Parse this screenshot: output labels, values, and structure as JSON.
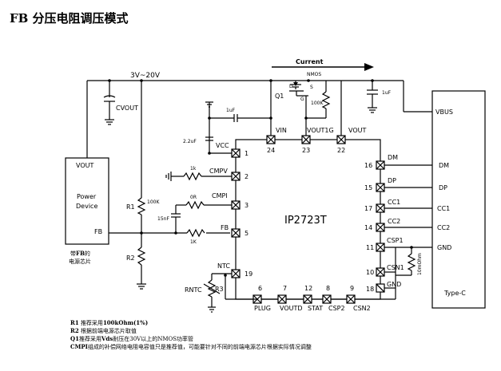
{
  "title": "FB 分压电阻调压模式",
  "net_labels": {
    "supply": "3V~20V",
    "current": "Current",
    "nmos": "NMOS",
    "q1": "Q1",
    "q1_d": "D",
    "q1_s": "S",
    "q1_g": "G"
  },
  "ic": {
    "name": "IP2723T",
    "pins": {
      "vin": {
        "name": "VIN",
        "num": "24"
      },
      "vout1g": {
        "name": "VOUT1G",
        "num": "23"
      },
      "vout": {
        "name": "VOUT",
        "num": "22"
      },
      "vcc": {
        "name": "VCC",
        "num": "1"
      },
      "cmpv": {
        "name": "CMPV",
        "num": "2"
      },
      "cmpi": {
        "name": "CMPI",
        "num": "3"
      },
      "fb": {
        "name": "FB",
        "num": "5"
      },
      "ntc": {
        "name": "NTC",
        "num": "19"
      },
      "plug": {
        "name": "PLUG",
        "num": "6"
      },
      "voutd": {
        "name": "VOUTD",
        "num": "7"
      },
      "stat": {
        "name": "STAT",
        "num": "12"
      },
      "csp2": {
        "name": "CSP2",
        "num": "8"
      },
      "csn2": {
        "name": "CSN2",
        "num": "9"
      },
      "dm": {
        "name": "DM",
        "num": "16"
      },
      "dp": {
        "name": "DP",
        "num": "15"
      },
      "cc1": {
        "name": "CC1",
        "num": "17"
      },
      "cc2": {
        "name": "CC2",
        "num": "14"
      },
      "csp1": {
        "name": "CSP1",
        "num": "11"
      },
      "csn1": {
        "name": "CSN1",
        "num": "10"
      },
      "gnd": {
        "name": "GND",
        "num": "18"
      }
    }
  },
  "power_device": {
    "line1": "Power",
    "line2": "Device",
    "vout": "VOUT",
    "fb": "FB",
    "caption_pre": "带",
    "caption_bold": "FB",
    "caption_post": "的",
    "caption2": "电源芯片"
  },
  "typec": {
    "name": "Type-C",
    "vbus": "VBUS",
    "dm": "DM",
    "dp": "DP",
    "cc1": "CC1",
    "cc2": "CC2",
    "gnd": "GND"
  },
  "components": {
    "cvout": "CVOUT",
    "c_1uF_top": "1uF",
    "c_2_2uF": "2.2uF",
    "c_1uF_right": "1uF",
    "r_100k_q1": "100K",
    "r_1k_cmpv": "1k",
    "r_0r": "0R",
    "c_15nF": "15nF",
    "r_1k_fb": "1K",
    "r1": "R1",
    "r1_value": "100K",
    "r2": "R2",
    "rntc": "RNTC",
    "r3": "R3",
    "r_sense": "10mOhm"
  },
  "notes": [
    {
      "bold": "R1",
      "mid": "推荐采用",
      "bold2": "100kOhm(1%)",
      "rest": ""
    },
    {
      "bold": "R2",
      "mid": "根据前端电源芯片取值",
      "bold2": "",
      "rest": ""
    },
    {
      "bold": "Q1",
      "mid": "推荐采用",
      "bold2": "Vds",
      "rest": "耐压在30V以上的NMOS功率管"
    },
    {
      "bold": "CMPI",
      "mid": "组成的补偿网络电阻电容值只是推荐值，可能要针对不同的前端电源芯片根据实际情况调整",
      "bold2": "",
      "rest": ""
    }
  ]
}
